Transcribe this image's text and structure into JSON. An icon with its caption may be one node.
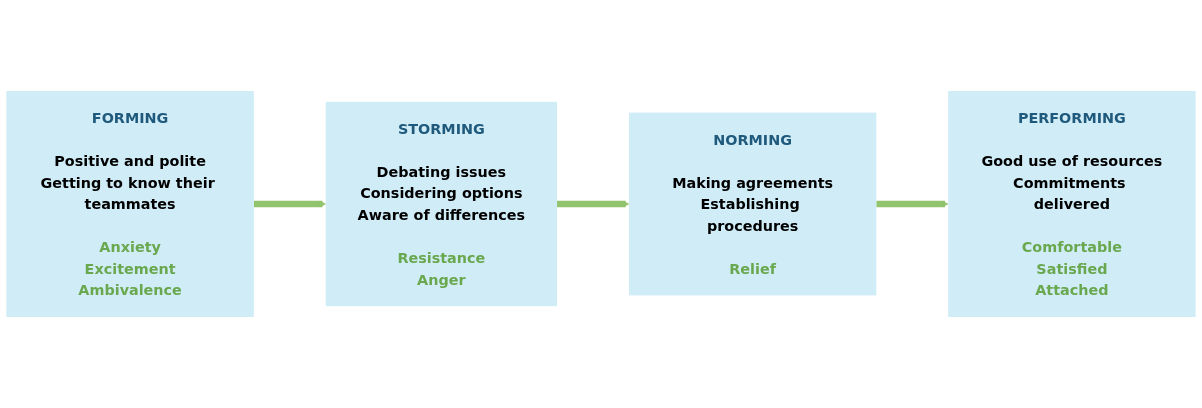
{
  "diagram": {
    "nodes": [
      {
        "text": [
          "FORMING",
          "Positive and polite",
          "Getting to know their teammates",
          "Anxiety",
          "Excitement",
          "Ambivalence"
        ]
      },
      {
        "text": [
          "STORMING",
          "Debating issues",
          "Considering options",
          "Aware of differences",
          "Resistance",
          "Anger"
        ]
      },
      {
        "text": [
          "NORMING",
          "Making agreements",
          "Establishing procedures",
          "Relief"
        ]
      },
      {
        "text": [
          "PERFORMING",
          "Good use of resources",
          "Commitments delivered",
          "Comfortable",
          "Satisfied",
          "Attached"
        ]
      }
    ],
    "edges": [
      {
        "from": 0,
        "to": 1,
        "arrow": "to"
      },
      {
        "from": 1,
        "to": 2,
        "arrow": "to"
      },
      {
        "from": 2,
        "to": 3,
        "arrow": "to"
      }
    ]
  }
}
